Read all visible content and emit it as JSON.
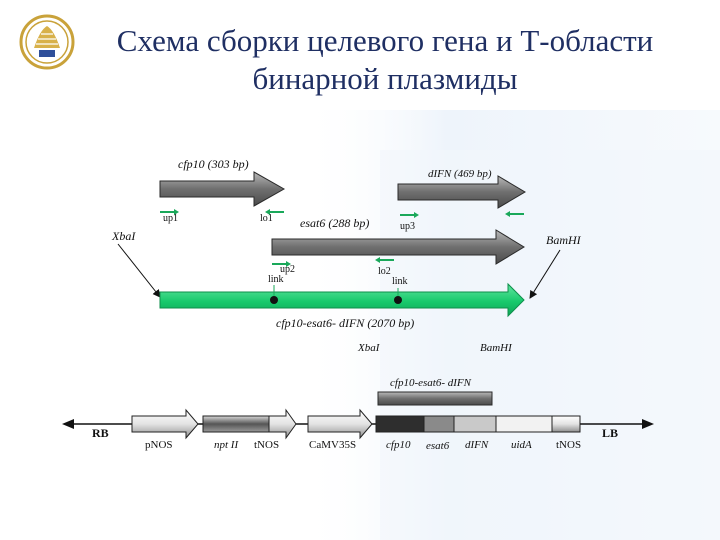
{
  "title": {
    "line1": "Схема  сборки целевого гена  и Т-области",
    "line2": "бинарной плазмиды"
  },
  "colors": {
    "title_blue": "#1f2f63",
    "gene_gray": "#7d7d7d",
    "fusion_green": "#1ecf74",
    "primer_green": "#1aa85a",
    "accent_panel": "#eef4fb"
  },
  "logo": {
    "icon": "institute-emblem-icon"
  },
  "genes": {
    "cfp10": "cfp10 (303 bp)",
    "dlfn": "dIFN (469 bp)",
    "esat6": "esat6  (288 bp)"
  },
  "primers": {
    "up1": "up1",
    "lo1": "lo1",
    "up2": "up2",
    "lo2": "lo2",
    "up3": "up3"
  },
  "sites": {
    "xbai_top": "XbaI",
    "bamhi_top": "BamHI",
    "xbai_mid": "XbaI",
    "bamhi_mid": "BamHI"
  },
  "linkers": {
    "link1": "link",
    "link2": "link"
  },
  "fusion": {
    "label": "cfp10-esat6- dIFN  (2070 bp)",
    "insert_label": "cfp10-esat6- dIFN"
  },
  "tregion": {
    "rb": "RB",
    "lb": "LB",
    "pnos": "pNOS",
    "nptii": "npt II",
    "tnos1": "tNOS",
    "camv35s": "CaMV35S",
    "cfp10": "cfp10",
    "esat6": "esat6",
    "difn": "dIFN",
    "uida": "uidA",
    "tnos2": "tNOS"
  }
}
